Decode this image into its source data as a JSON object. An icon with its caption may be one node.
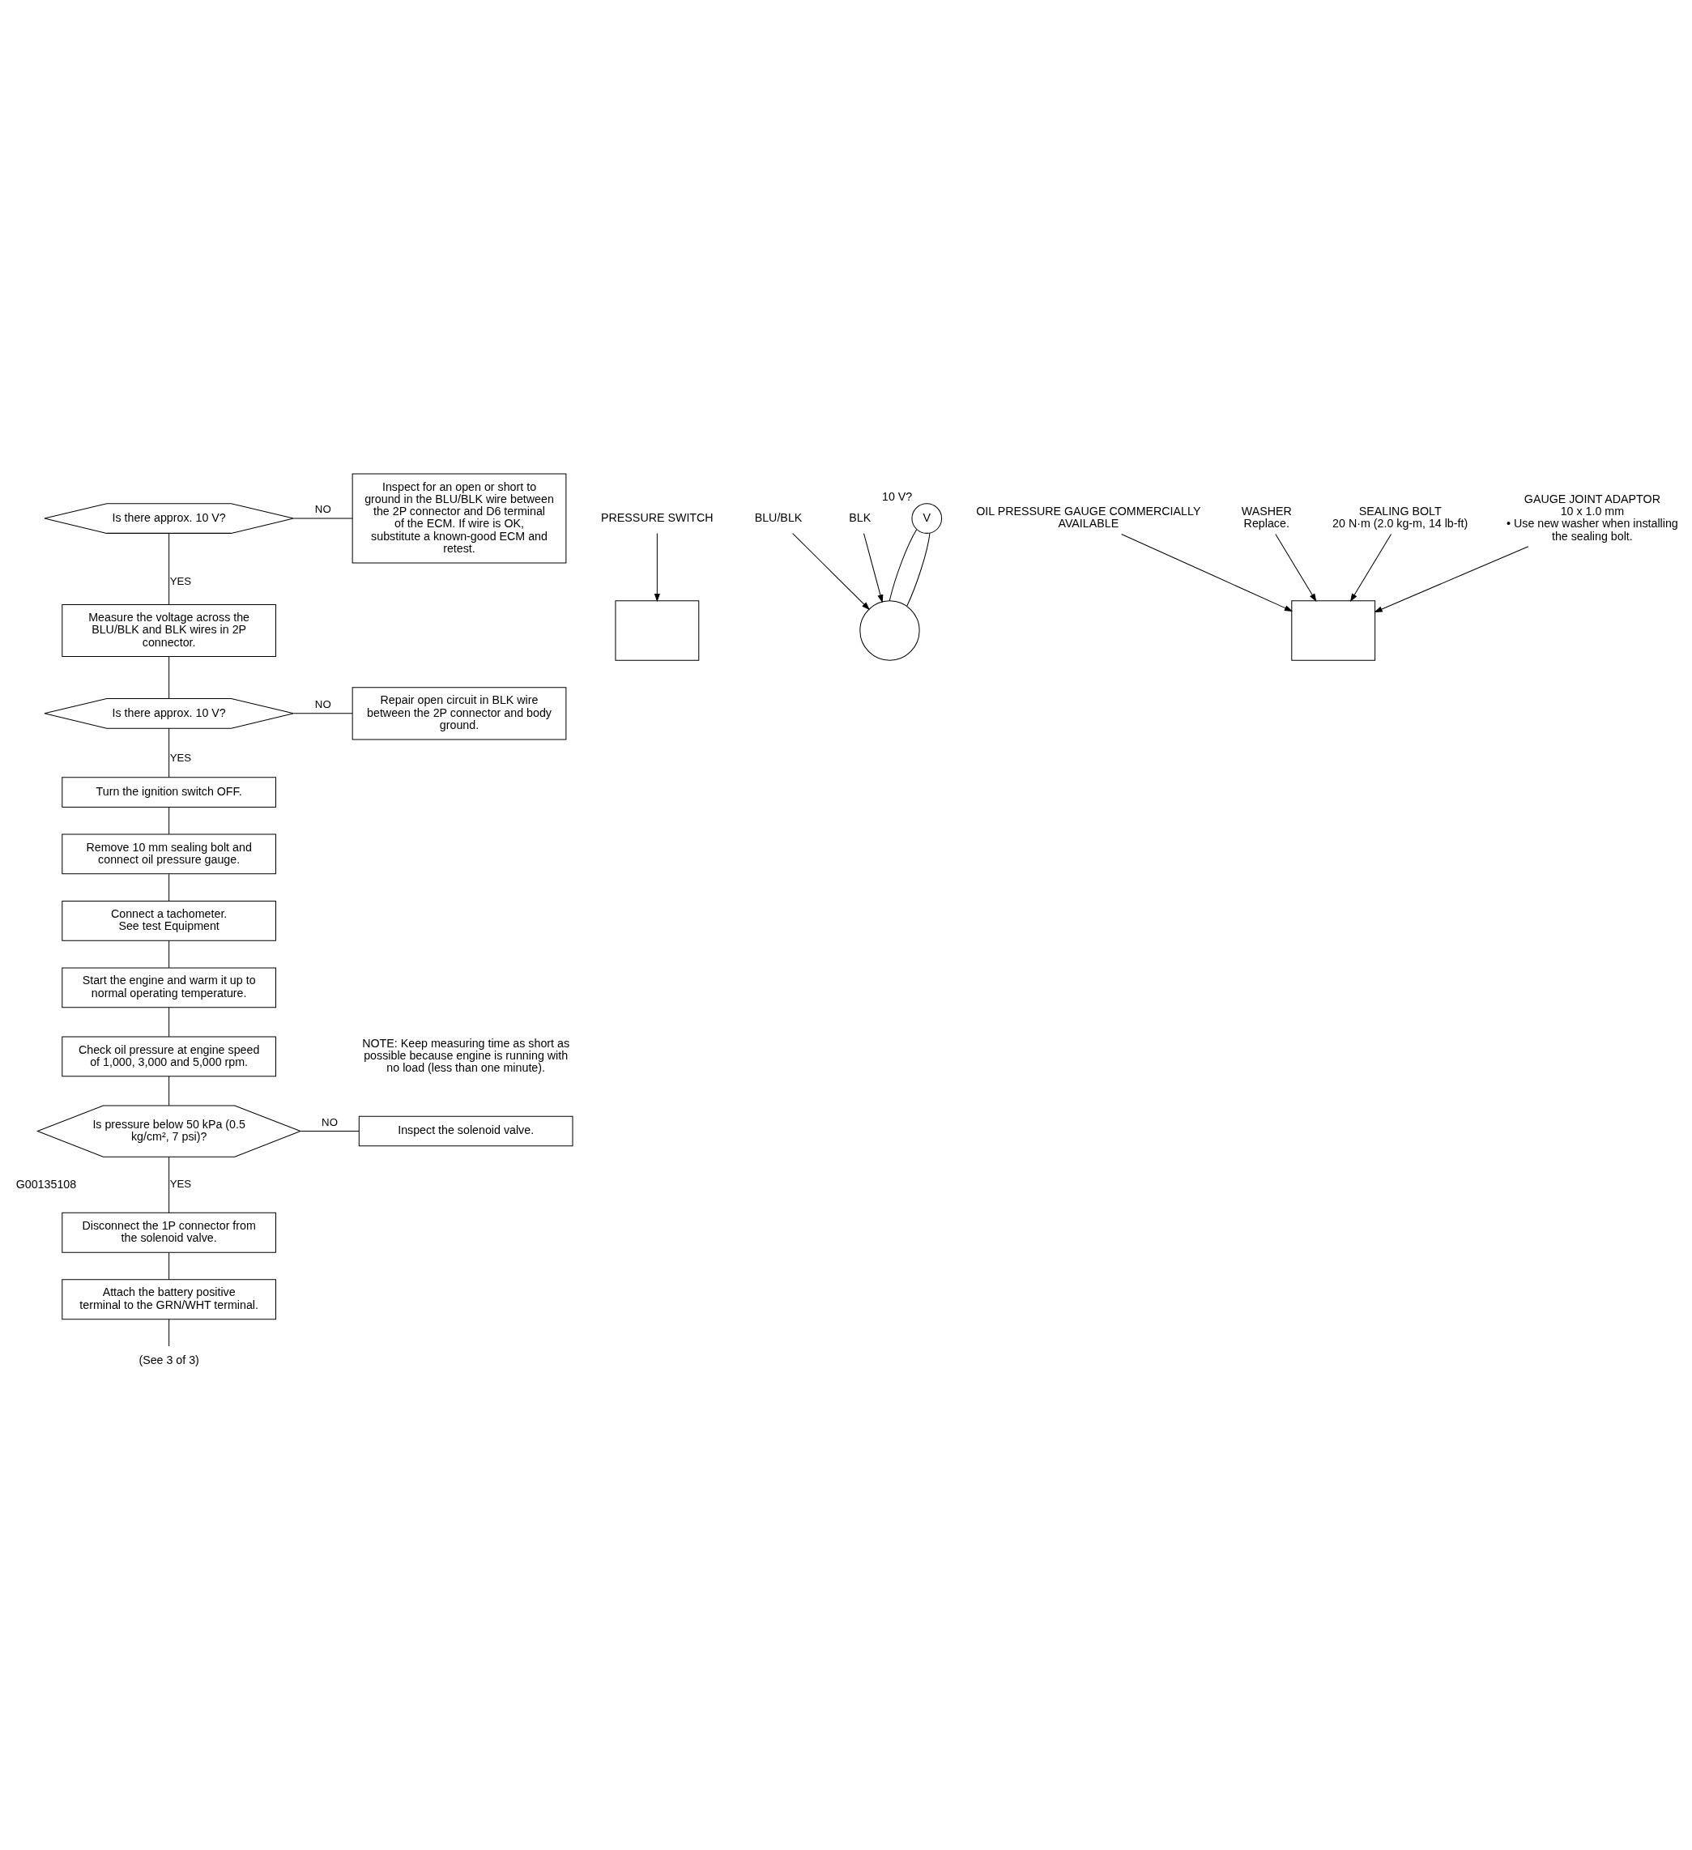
{
  "diagram": {
    "nodes": [
      {
        "text": [
          "Is there approx. 10 V?"
        ]
      },
      {
        "text": [
          "Inspect for an open or short to ground in the BLU/BLK wire between the 2P connector and D6 terminal of the ECM. If wire is OK, substitute a known-good ECM and retest."
        ]
      },
      {
        "text": [
          "Measure the voltage across the BLU/BLK and BLK wires in 2P connector."
        ]
      },
      {
        "text": [
          "Is there approx. 10 V?"
        ]
      },
      {
        "text": [
          "Repair open circuit in BLK wire between the 2P connector and body ground."
        ]
      },
      {
        "text": [
          "Turn the ignition switch OFF."
        ]
      },
      {
        "text": [
          "Remove 10 mm sealing bolt and connect oil pressure gauge."
        ]
      },
      {
        "text": [
          "Connect a tachometer.",
          "See test Equipment"
        ]
      },
      {
        "text": [
          "Start the engine and warm it up to normal operating temperature."
        ]
      },
      {
        "text": [
          "Check oil pressure at engine speed of 1,000, 3,000 and 5,000 rpm."
        ]
      },
      {
        "text": [
          "Is pressure below 50 kPa (0.5 kg/cm², 7 psi)?"
        ]
      },
      {
        "text": [
          "Inspect the solenoid valve."
        ]
      },
      {
        "text": [
          "Disconnect the 1P connector from the solenoid valve."
        ]
      },
      {
        "text": [
          "Attach the battery positive terminal to the GRN/WHT terminal."
        ]
      },
      {
        "text": [
          "(See 3 of 3)"
        ]
      },
      {
        "text": [
          "PRESSURE SWITCH"
        ]
      },
      {
        "text": [],
        "shape": "box"
      },
      {
        "text": [],
        "shape": "circle"
      },
      {
        "text": [
          "BLU/BLK"
        ]
      },
      {
        "text": [
          "BLK"
        ]
      },
      {
        "text": [
          "V"
        ],
        "beside": [
          "10 V?"
        ]
      },
      {
        "text": [
          "OIL PRESSURE GAUGE COMMERCIALLY AVAILABLE"
        ]
      },
      {
        "text": [],
        "shape": "box"
      },
      {
        "text": [
          "WASHER",
          "Replace."
        ]
      },
      {
        "text": [
          "SEALING BOLT",
          "20 N·m (2.0 kg-m, 14 lb-ft)"
        ]
      },
      {
        "text": [
          "GAUGE JOINT ADAPTOR",
          "10 x 1.0 mm",
          "• Use new washer when installing the sealing bolt."
        ]
      }
    ],
    "edges": [
      {
        "from": 0,
        "to": 1,
        "arrow": "none",
        "label": "NO"
      },
      {
        "from": 0,
        "to": 2,
        "arrow": "none",
        "label": "YES"
      },
      {
        "from": 2,
        "to": 3,
        "arrow": "none"
      },
      {
        "from": 3,
        "to": 4,
        "arrow": "none",
        "label": "NO"
      },
      {
        "from": 3,
        "to": 5,
        "arrow": "none",
        "label": "YES"
      },
      {
        "from": 5,
        "to": 6,
        "arrow": "none"
      },
      {
        "from": 6,
        "to": 7,
        "arrow": "none"
      },
      {
        "from": 7,
        "to": 8,
        "arrow": "none"
      },
      {
        "from": 8,
        "to": 9,
        "arrow": "none"
      },
      {
        "from": 9,
        "to": 10,
        "arrow": "none"
      },
      {
        "from": 10,
        "to": 11,
        "arrow": "none",
        "label": "NO"
      },
      {
        "from": 10,
        "to": 12,
        "arrow": "none",
        "label": "YES"
      },
      {
        "from": 12,
        "to": 13,
        "arrow": "none"
      },
      {
        "from": 13,
        "to": 14,
        "arrow": "none"
      },
      {
        "from": 15,
        "to": 16,
        "arrow": "to"
      },
      {
        "from": 18,
        "to": 17,
        "arrow": "to"
      },
      {
        "from": 19,
        "to": 17,
        "arrow": "to"
      },
      {
        "from": 20,
        "to": 17,
        "arrow": "none"
      },
      {
        "from": 20,
        "to": 17,
        "arrow": "none"
      },
      {
        "from": 21,
        "to": 22,
        "arrow": "to"
      },
      {
        "from": 23,
        "to": 22,
        "arrow": "to"
      },
      {
        "from": 24,
        "to": 22,
        "arrow": "to"
      },
      {
        "from": 25,
        "to": 22,
        "arrow": "to"
      }
    ],
    "labels": [
      "NOTE: Keep measuring time as short as possible because engine is running with no load (less than one minute).",
      "G00135108"
    ]
  }
}
